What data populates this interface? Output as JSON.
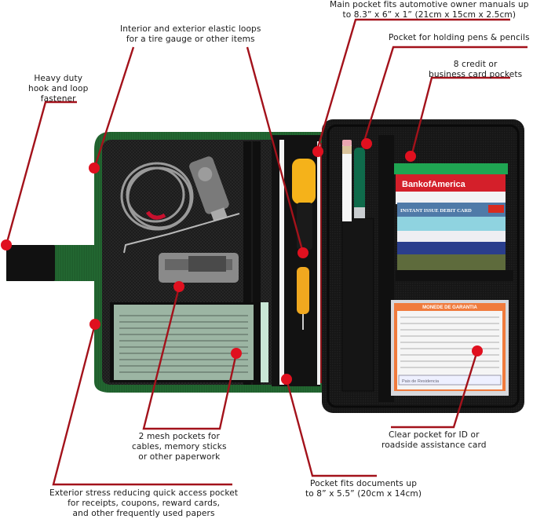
{
  "product": "Car document organizer with feature callouts",
  "colors": {
    "accent_line": "#a3121b",
    "callout_dot": "#e0101f",
    "trim_green": "#1f5e2c",
    "fabric_black": "#141414",
    "background": "#ffffff"
  },
  "callouts": [
    {
      "id": "main-pocket",
      "lines": [
        "Main pocket fits automotive owner manuals up",
        "to 8.3” x 6” x 1” (21cm x 15cm x 2.5cm)"
      ]
    },
    {
      "id": "elastic-loops",
      "lines": [
        "Interior and exterior elastic loops",
        "for a tire gauge or other items"
      ]
    },
    {
      "id": "pen-pocket",
      "lines": [
        "Pocket for holding pens & pencils"
      ]
    },
    {
      "id": "card-pockets",
      "lines": [
        "8 credit or",
        "business card pockets"
      ]
    },
    {
      "id": "hook-loop",
      "lines": [
        "Heavy duty",
        "hook and loop",
        "fastener"
      ]
    },
    {
      "id": "mesh-pockets",
      "lines": [
        "2 mesh pockets for",
        "cables, memory sticks",
        "or other paperwork"
      ]
    },
    {
      "id": "clear-pocket",
      "lines": [
        "Clear pocket for ID or",
        "roadside assistance card"
      ]
    },
    {
      "id": "document-pocket",
      "lines": [
        "Pocket fits documents up",
        "to 8” x 5.5” (20cm x 14cm)"
      ]
    },
    {
      "id": "exterior-pocket",
      "lines": [
        "Exterior stress reducing quick access pocket",
        "for receipts, coupons, reward cards,",
        "and other frequently used papers"
      ]
    }
  ],
  "cards": [
    {
      "name": "green-card",
      "text": "",
      "color": "#1fa552"
    },
    {
      "name": "bank-card",
      "text": "BankofAmerica",
      "color": "#d41f2a"
    },
    {
      "name": "white-card",
      "text": "",
      "color": "#f2f2f4"
    },
    {
      "name": "debit-card",
      "text": "INSTANT ISSUE DEBIT CARD",
      "color": "#4f7aa8"
    },
    {
      "name": "travel-card",
      "text": "",
      "color": "#8fd3e0"
    },
    {
      "name": "logo-card",
      "text": "",
      "color": "#eeeef2"
    },
    {
      "name": "blue-card",
      "text": "",
      "color": "#2a3e8c"
    },
    {
      "name": "camo-card",
      "text": "",
      "color": "#5e6b3c"
    }
  ],
  "id_card": {
    "title": "MONEDE DE GARANTIA",
    "footer": "Pais de Residencia"
  }
}
